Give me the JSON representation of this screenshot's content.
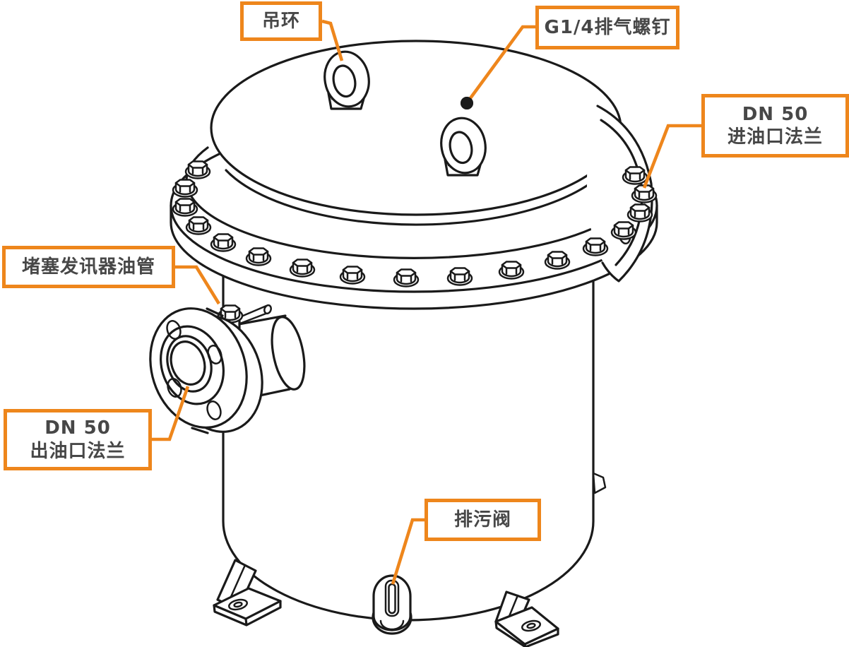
{
  "diagram": {
    "colors": {
      "accent": "#EE861C",
      "line": "#1A1A1A",
      "label_text": "#474747",
      "background": "#FFFFFF"
    },
    "callouts": [
      {
        "id": "lifting-ring",
        "lines": [
          "吊环"
        ]
      },
      {
        "id": "vent-screw",
        "lines": [
          "G1/4排气螺钉"
        ]
      },
      {
        "id": "inlet-flange",
        "lines": [
          "DN 50",
          "进油口法兰"
        ]
      },
      {
        "id": "clog-indicator-oil-pipe",
        "lines": [
          "堵塞发讯器油管"
        ]
      },
      {
        "id": "outlet-flange",
        "lines": [
          "DN 50",
          "出油口法兰"
        ]
      },
      {
        "id": "drain-valve",
        "lines": [
          "排污阀"
        ]
      }
    ]
  }
}
